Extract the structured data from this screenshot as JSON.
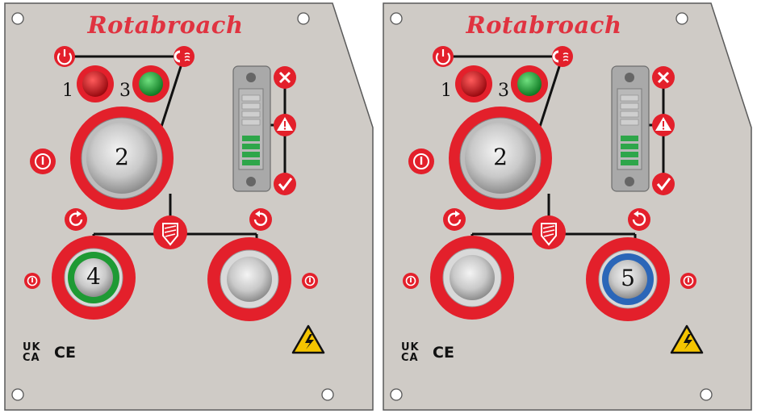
{
  "panels": [
    {
      "brand": "Rotabroach",
      "labels": {
        "red_lamp": "1",
        "green_lamp": "3",
        "main_button": "2",
        "selected_button": "4"
      },
      "selected_side": "left",
      "selected_ring_color": "#1e9a34",
      "marks": {
        "ukca_top": "UK",
        "ukca_bottom": "CA",
        "ce": "CE"
      }
    },
    {
      "brand": "Rotabroach",
      "labels": {
        "red_lamp": "1",
        "green_lamp": "3",
        "main_button": "2",
        "selected_button": "5"
      },
      "selected_side": "right",
      "selected_ring_color": "#2b66b8",
      "marks": {
        "ukca_top": "UK",
        "ukca_bottom": "CA",
        "ce": "CE"
      }
    }
  ],
  "icons": {
    "power": "power-icon",
    "magnet": "magnet-icon",
    "error": "close-icon",
    "warning": "warning-icon",
    "ok": "check-icon",
    "forward": "rotate-clockwise-icon",
    "reverse": "rotate-counterclockwise-icon",
    "drill": "drill-icon",
    "hazard": "electric-hazard-icon"
  },
  "colors": {
    "plate": "#cfcbc6",
    "red": "#e3202b",
    "lamp_red": "#b50d14",
    "lamp_green": "#22a83a",
    "level_green": "#2ea64a"
  }
}
